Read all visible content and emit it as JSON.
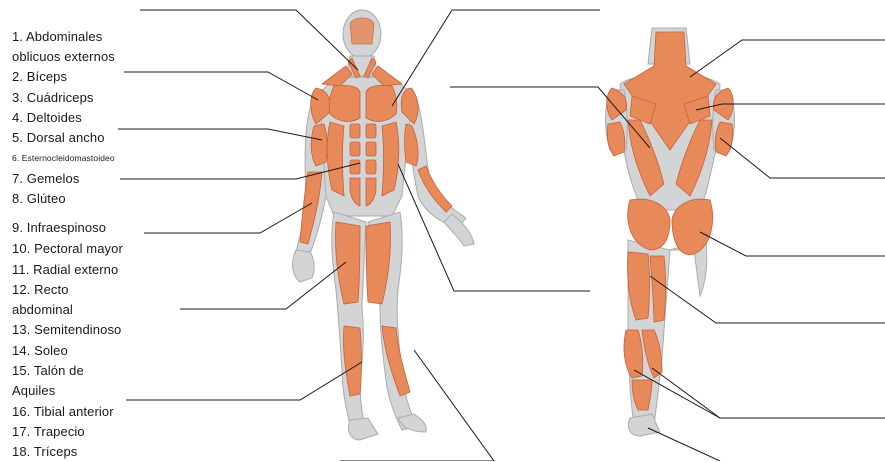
{
  "muscle_list": [
    {
      "id": 1,
      "lines": [
        "1. Abdominales",
        "oblicuos externos"
      ]
    },
    {
      "id": 2,
      "lines": [
        "2. Bíceps"
      ]
    },
    {
      "id": 3,
      "lines": [
        "3. Cuádriceps"
      ]
    },
    {
      "id": 4,
      "lines": [
        "4. Deltoides"
      ]
    },
    {
      "id": 5,
      "lines": [
        "5. Dorsal ancho"
      ]
    },
    {
      "id": 6,
      "lines": [
        "6. Esternocleidomastoideo"
      ]
    },
    {
      "id": 7,
      "lines": [
        "7. Gemelos"
      ]
    },
    {
      "id": 8,
      "lines": [
        "8. Glúteo"
      ]
    },
    {
      "id": 9,
      "lines": [
        "9. Infraespinoso"
      ]
    },
    {
      "id": 10,
      "lines": [
        "10. Pectoral mayor"
      ]
    },
    {
      "id": 11,
      "lines": [
        "11. Radial externo"
      ]
    },
    {
      "id": 12,
      "lines": [
        "12. Recto",
        "abdominal"
      ]
    },
    {
      "id": 13,
      "lines": [
        "13. Semitendinoso"
      ]
    },
    {
      "id": 14,
      "lines": [
        "14. Soleo"
      ]
    },
    {
      "id": 15,
      "lines": [
        "15. Talón de",
        "Aquiles"
      ]
    },
    {
      "id": 16,
      "lines": [
        "16. Tibial anterior"
      ]
    },
    {
      "id": 17,
      "lines": [
        "17. Trapecio"
      ]
    },
    {
      "id": 18,
      "lines": [
        "18. Tríceps"
      ]
    }
  ],
  "colors": {
    "muscle": "#e8895a",
    "muscle_dark": "#c9603a",
    "tendon": "#d2d4d6",
    "tendon_dark": "#a9abad",
    "leader_line": "#1a1a1a"
  }
}
